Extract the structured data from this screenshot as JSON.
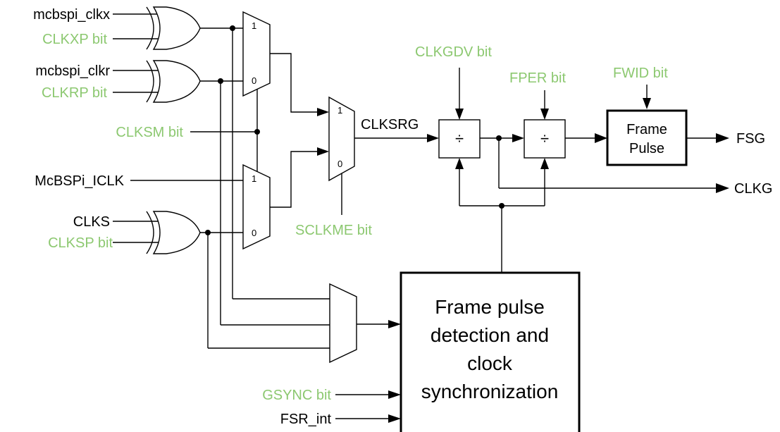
{
  "inputs": {
    "mcbspi_clkx": "mcbspi_clkx",
    "clkxp_bit": "CLKXP bit",
    "mcbspi_clkr": "mcbspi_clkr",
    "clkrp_bit": "CLKRP bit",
    "clksm_bit": "CLKSM bit",
    "mcbspi_iclk": "McBSPi_ICLK",
    "clks": "CLKS",
    "clksp_bit": "CLKSP bit",
    "gsync_bit": "GSYNC bit",
    "fsr_int": "FSR_int"
  },
  "mux_labels": {
    "one": "1",
    "zero": "0"
  },
  "mux3": {
    "select_label": "SCLKME bit",
    "output_label": "CLKSRG"
  },
  "divider1": {
    "symbol": "÷",
    "control_label": "CLKGDV bit"
  },
  "divider2": {
    "symbol": "÷",
    "control_label": "FPER bit"
  },
  "frame_pulse": {
    "line1": "Frame",
    "line2": "Pulse",
    "control_label": "FWID bit"
  },
  "outputs": {
    "fsg": "FSG",
    "clkg": "CLKG"
  },
  "sync_block": {
    "line1": "Frame pulse",
    "line2": "detection and",
    "line3": "clock",
    "line4": "synchronization"
  },
  "colors": {
    "bit_label": "#8cc870",
    "line": "#000000"
  }
}
